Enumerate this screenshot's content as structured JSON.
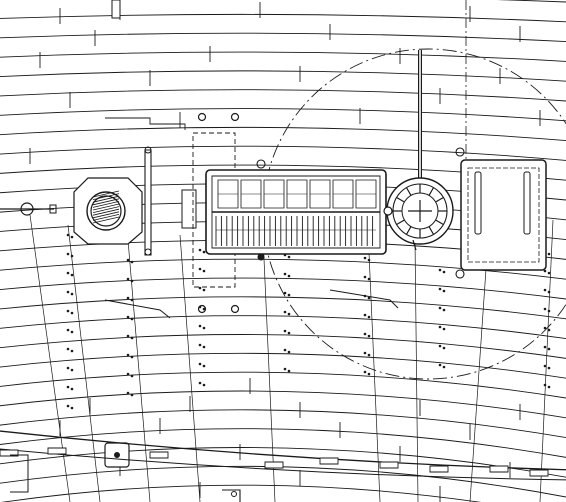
{
  "colors": {
    "background": "#ffffff",
    "ink": "#1a1a1a",
    "ink_light": "#6a6a6a",
    "ink_faint": "#a8a8a8"
  },
  "icons": [
    "deck-planking",
    "mast-partner-hatch",
    "companion-hatch",
    "steering-wheel",
    "skylight-hatch",
    "chart-table-hatch",
    "ring-bolt",
    "mooring-cleat",
    "turning-circle"
  ]
}
